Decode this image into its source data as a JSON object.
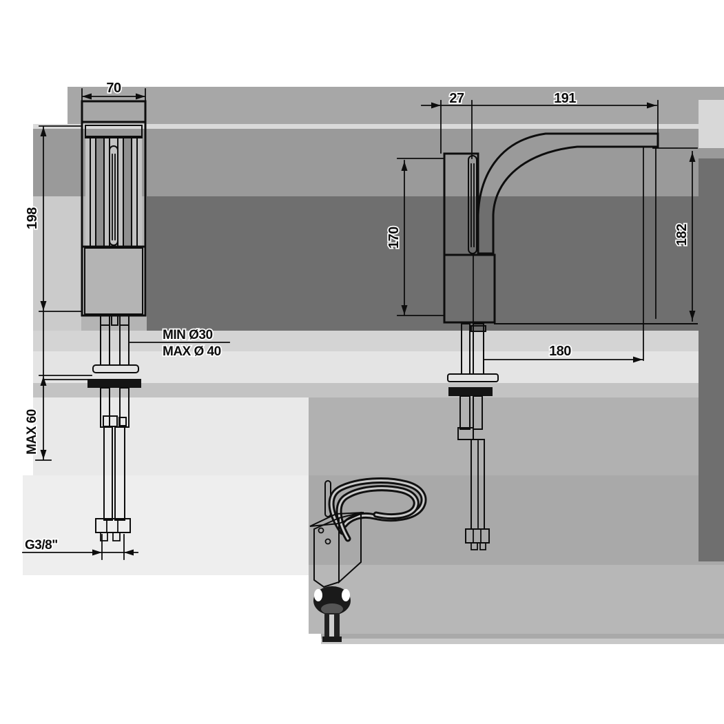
{
  "drawing": {
    "front_view": {
      "width": "70",
      "height": "198",
      "max_counter_thickness": "MAX 60",
      "hole_note_line1": "MIN Ø30",
      "hole_note_line2": "MAX Ø 40",
      "connection_thread": "G3/8\""
    },
    "side_view": {
      "body_offset": "27",
      "spout_reach": "191",
      "height_above_deck": "170",
      "spout_height": "182",
      "reach_at_deck": "180"
    },
    "colors": {
      "ink": "#0d0d0d",
      "paper": "#ffffff",
      "fill_light": "#c4c4c4",
      "fill_mid": "#9c9c9c",
      "mosaic_dark": "#6f6f6f",
      "counter_section": "#141414"
    }
  }
}
